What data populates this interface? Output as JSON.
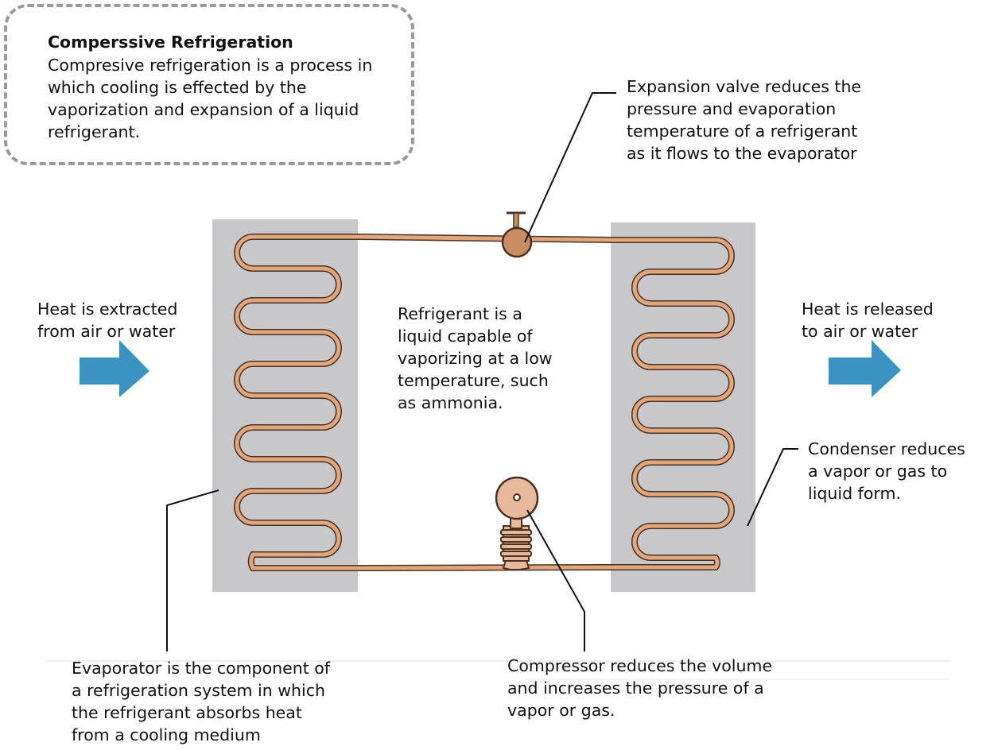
{
  "callout": {
    "title": "Comperssive Refrigeration",
    "body": "Compresive refrigeration is a process in\nwhich cooling is effected by the\nvaporization and expansion of a liquid\nrefrigerant."
  },
  "labels": {
    "expansion_valve": "Expansion valve reduces the\npressure and evaporation\ntemperature of a refrigerant\nas it flows to the evaporator",
    "heat_extracted": "Heat is extracted\nfrom air or water",
    "refrigerant": "Refrigerant is a\nliquid capable of\nvaporizing at a low\ntemperature, such\nas ammonia.",
    "heat_released": "Heat is released\nto air or water",
    "condenser": "Condenser reduces\na vapor or gas to\nliquid form.",
    "evaporator": "Evaporator is the component of\na refrigeration system in which\nthe refrigerant absorbs heat\nfrom a cooling medium",
    "compressor": "Compressor reduces the volume\nand increases the pressure of a\nvapor or gas."
  },
  "colors": {
    "coil_panel": "#c8c8ca",
    "pipe_fill": "#e0a77c",
    "pipe_outline": "#4a3020",
    "valve_fill": "#c98d62",
    "compressor_fill": "#e6b99a",
    "arrow": "#3a93c0"
  },
  "icons": [
    "right-arrow-icon",
    "valve-handle-icon"
  ]
}
